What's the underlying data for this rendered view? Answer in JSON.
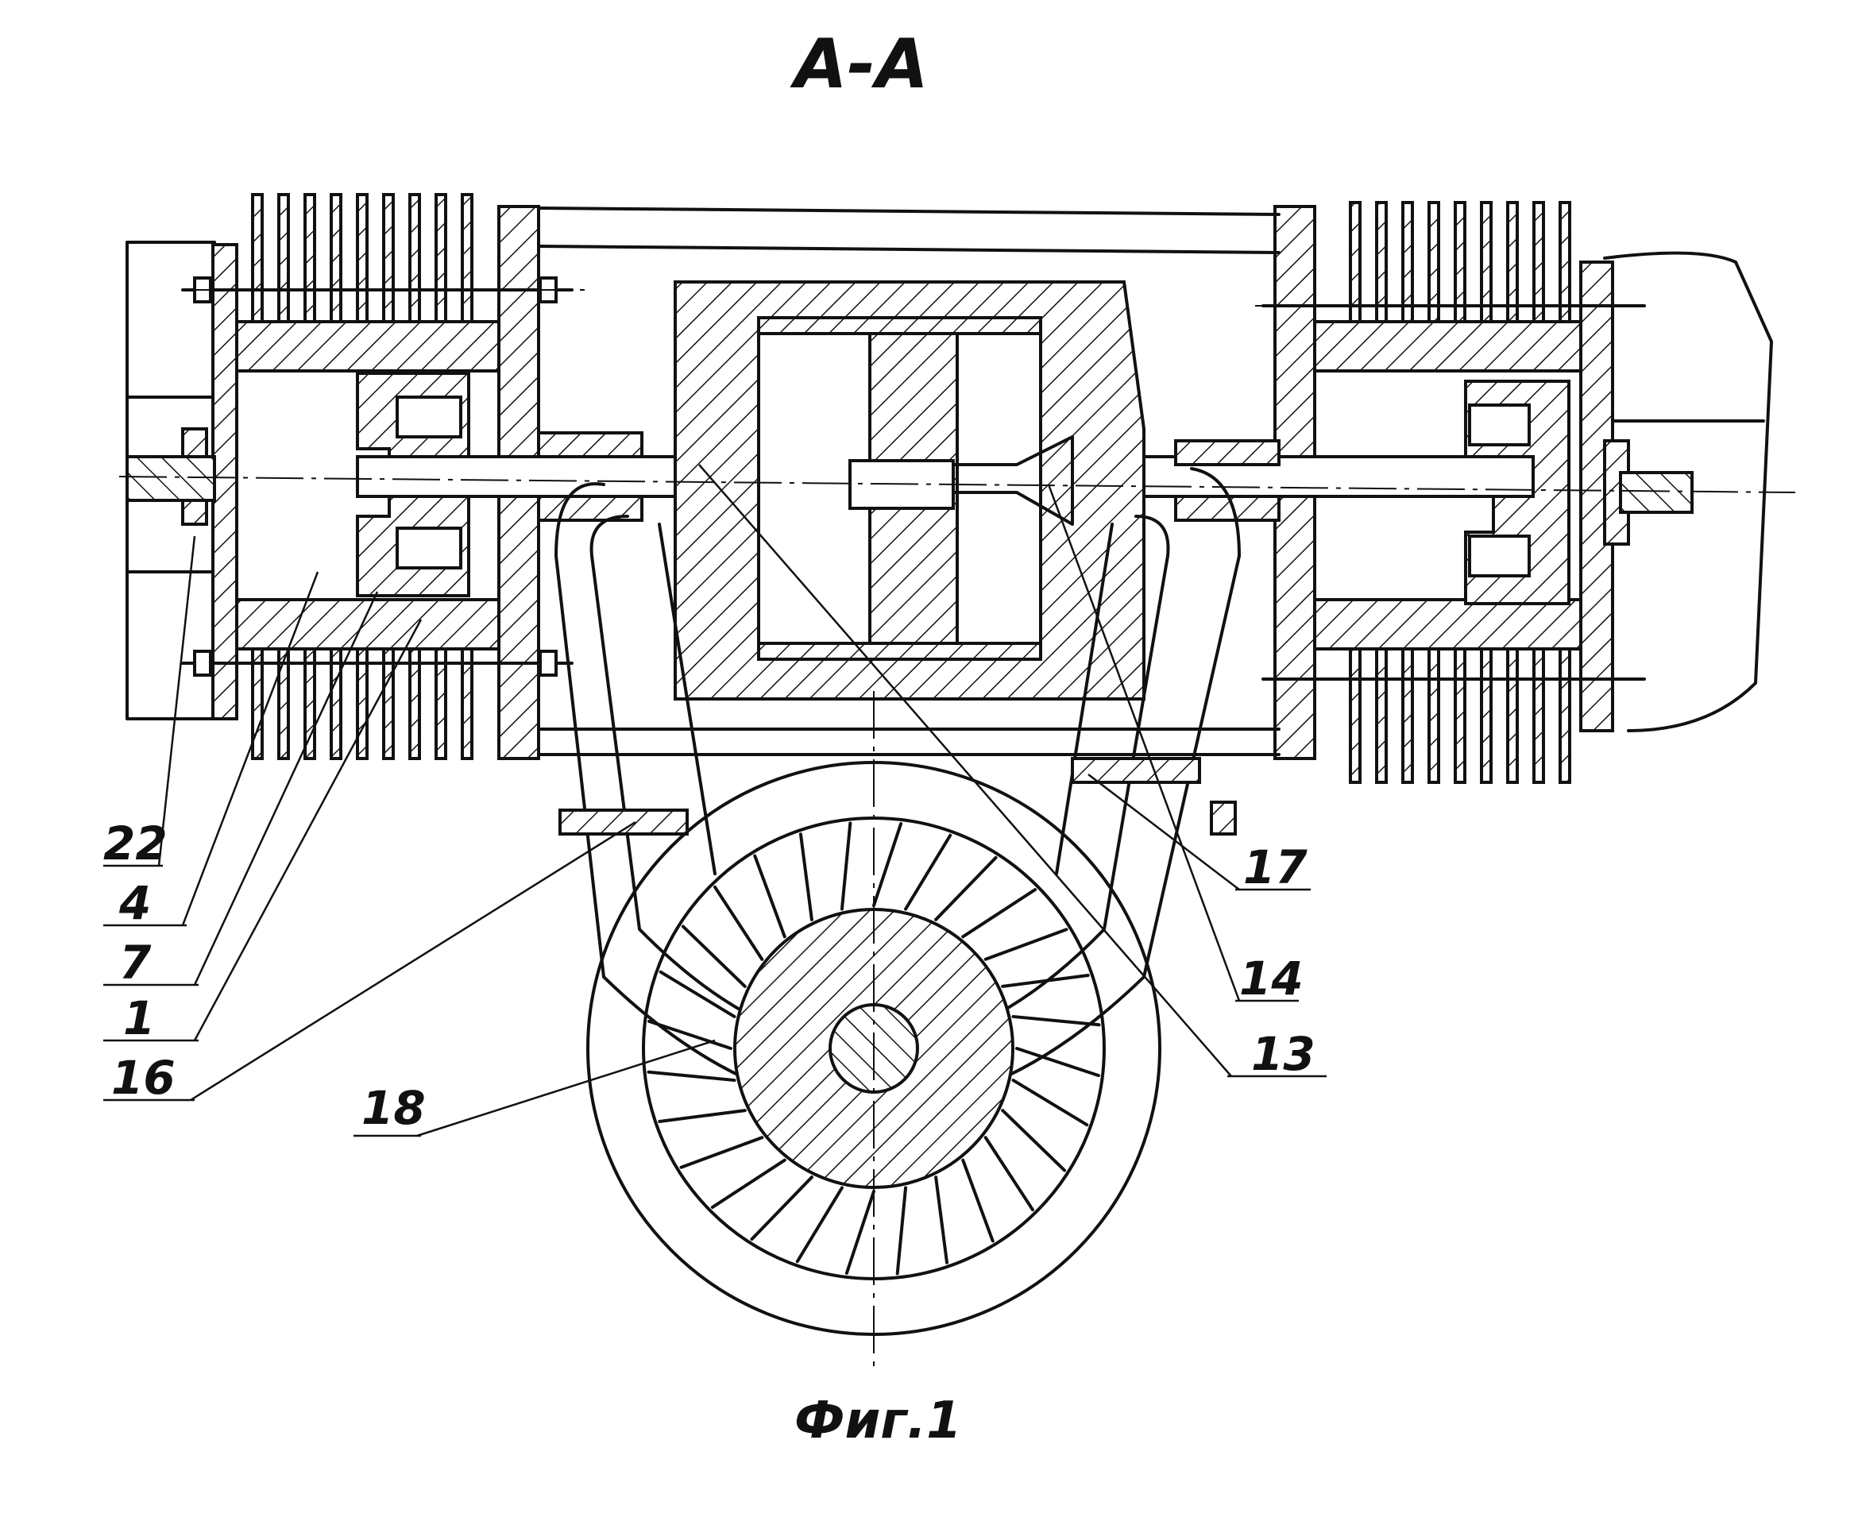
{
  "section_title": "А-А",
  "figure_caption": "Фиг.1",
  "callouts": [
    {
      "id": "c22",
      "text": "22"
    },
    {
      "id": "c4",
      "text": "4"
    },
    {
      "id": "c7",
      "text": "7"
    },
    {
      "id": "c1",
      "text": "1"
    },
    {
      "id": "c16",
      "text": "16"
    },
    {
      "id": "c18",
      "text": "18"
    },
    {
      "id": "c17",
      "text": "17"
    },
    {
      "id": "c14",
      "text": "14"
    },
    {
      "id": "c13",
      "text": "13"
    }
  ]
}
